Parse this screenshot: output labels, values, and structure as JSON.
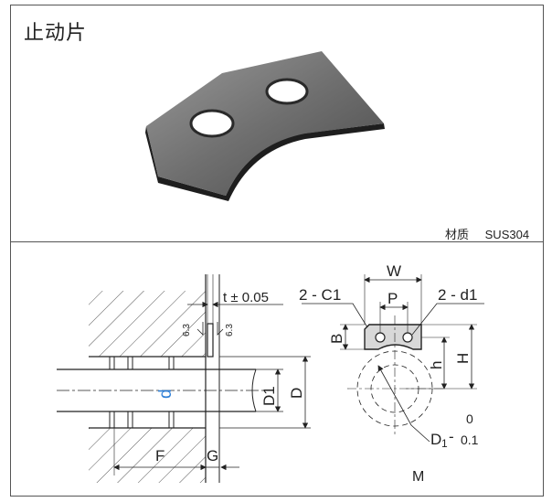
{
  "title": "止动片",
  "material": {
    "label": "材质",
    "value": "SUS304"
  },
  "section_view": {
    "thickness": "t ± 0.05",
    "roughness_left": "6.3",
    "roughness_right": "6.3",
    "bore_symbol": "d",
    "dim_D1": "D1",
    "dim_D": "D",
    "dim_F": "F",
    "dim_G": "G"
  },
  "part_view": {
    "chamfer": "2 - C1",
    "holes": "2 - d1",
    "dim_W": "W",
    "dim_P": "P",
    "dim_B": "B",
    "dim_h": "h",
    "dim_H": "H",
    "arc_main": "D",
    "arc_sub": "1",
    "arc_dash": "-",
    "tol_upper": "0",
    "tol_lower": "0.1",
    "caption": "M"
  },
  "colors": {
    "accent": "#2f7fd6",
    "line": "#222222",
    "plate": "#6e6e6e"
  }
}
